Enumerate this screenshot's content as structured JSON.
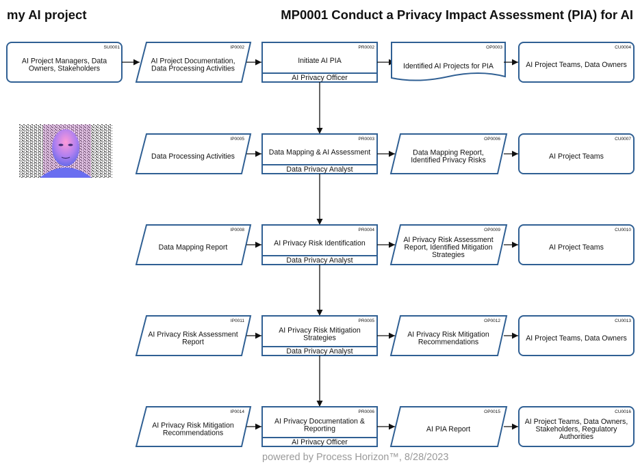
{
  "app_title": "my AI project",
  "diagram_title": "MP0001 Conduct a Privacy Impact Assessment (PIA) for AI",
  "footer": "powered by Process Horizon™, 8/28/2023",
  "image": {
    "icon": "ai-face-image"
  },
  "colors": {
    "border": "#2f5f93",
    "connector": "#111111"
  },
  "rows": [
    {
      "supplier": {
        "code": "SU0001",
        "lines": [
          "AI Project Managers, Data",
          "Owners, Stakeholders"
        ]
      },
      "input": {
        "code": "IP0002",
        "lines": [
          "AI Project Documentation,",
          "Data Processing Activities"
        ]
      },
      "process": {
        "code": "PR0002",
        "lines": [
          "Initiate AI PIA"
        ],
        "role": "AI Privacy Officer"
      },
      "output": {
        "code": "OP0003",
        "lines": [
          "Identified AI Projects for PIA"
        ],
        "shape": "document"
      },
      "customer": {
        "code": "CU0004",
        "lines": [
          "AI Project Teams, Data Owners"
        ]
      }
    },
    {
      "input": {
        "code": "IP0005",
        "lines": [
          "Data Processing Activities"
        ]
      },
      "process": {
        "code": "PR0003",
        "lines": [
          "Data Mapping & AI Assessment"
        ],
        "role": "Data Privacy Analyst"
      },
      "output": {
        "code": "OP0006",
        "lines": [
          "Data Mapping Report,",
          "Identified Privacy Risks"
        ],
        "shape": "parallelogram"
      },
      "customer": {
        "code": "CU0007",
        "lines": [
          "AI Project Teams"
        ]
      }
    },
    {
      "input": {
        "code": "IP0008",
        "lines": [
          "Data Mapping Report"
        ]
      },
      "process": {
        "code": "PR0004",
        "lines": [
          "AI Privacy Risk Identification"
        ],
        "role": "Data Privacy Analyst"
      },
      "output": {
        "code": "OP0009",
        "lines": [
          "AI Privacy Risk Assessment",
          "Report, Identified Mitigation",
          "Strategies"
        ],
        "shape": "parallelogram"
      },
      "customer": {
        "code": "CU0010",
        "lines": [
          "AI Project Teams"
        ]
      }
    },
    {
      "input": {
        "code": "IP0011",
        "lines": [
          "AI Privacy Risk Assessment",
          "Report"
        ]
      },
      "process": {
        "code": "PR0005",
        "lines": [
          "AI Privacy Risk Mitigation",
          "Strategies"
        ],
        "role": "Data Privacy Analyst"
      },
      "output": {
        "code": "OP0012",
        "lines": [
          "AI Privacy Risk Mitigation",
          "Recommendations"
        ],
        "shape": "parallelogram"
      },
      "customer": {
        "code": "CU0013",
        "lines": [
          "AI Project Teams, Data Owners"
        ]
      }
    },
    {
      "input": {
        "code": "IP0014",
        "lines": [
          "AI Privacy Risk Mitigation",
          "Recommendations"
        ]
      },
      "process": {
        "code": "PR0006",
        "lines": [
          "AI Privacy Documentation &",
          "Reporting"
        ],
        "role": "AI Privacy Officer"
      },
      "output": {
        "code": "OP0015",
        "lines": [
          "AI PIA Report"
        ],
        "shape": "parallelogram"
      },
      "customer": {
        "code": "CU0016",
        "lines": [
          "AI Project Teams, Data Owners,",
          "Stakeholders, Regulatory",
          "Authorities"
        ]
      }
    }
  ]
}
